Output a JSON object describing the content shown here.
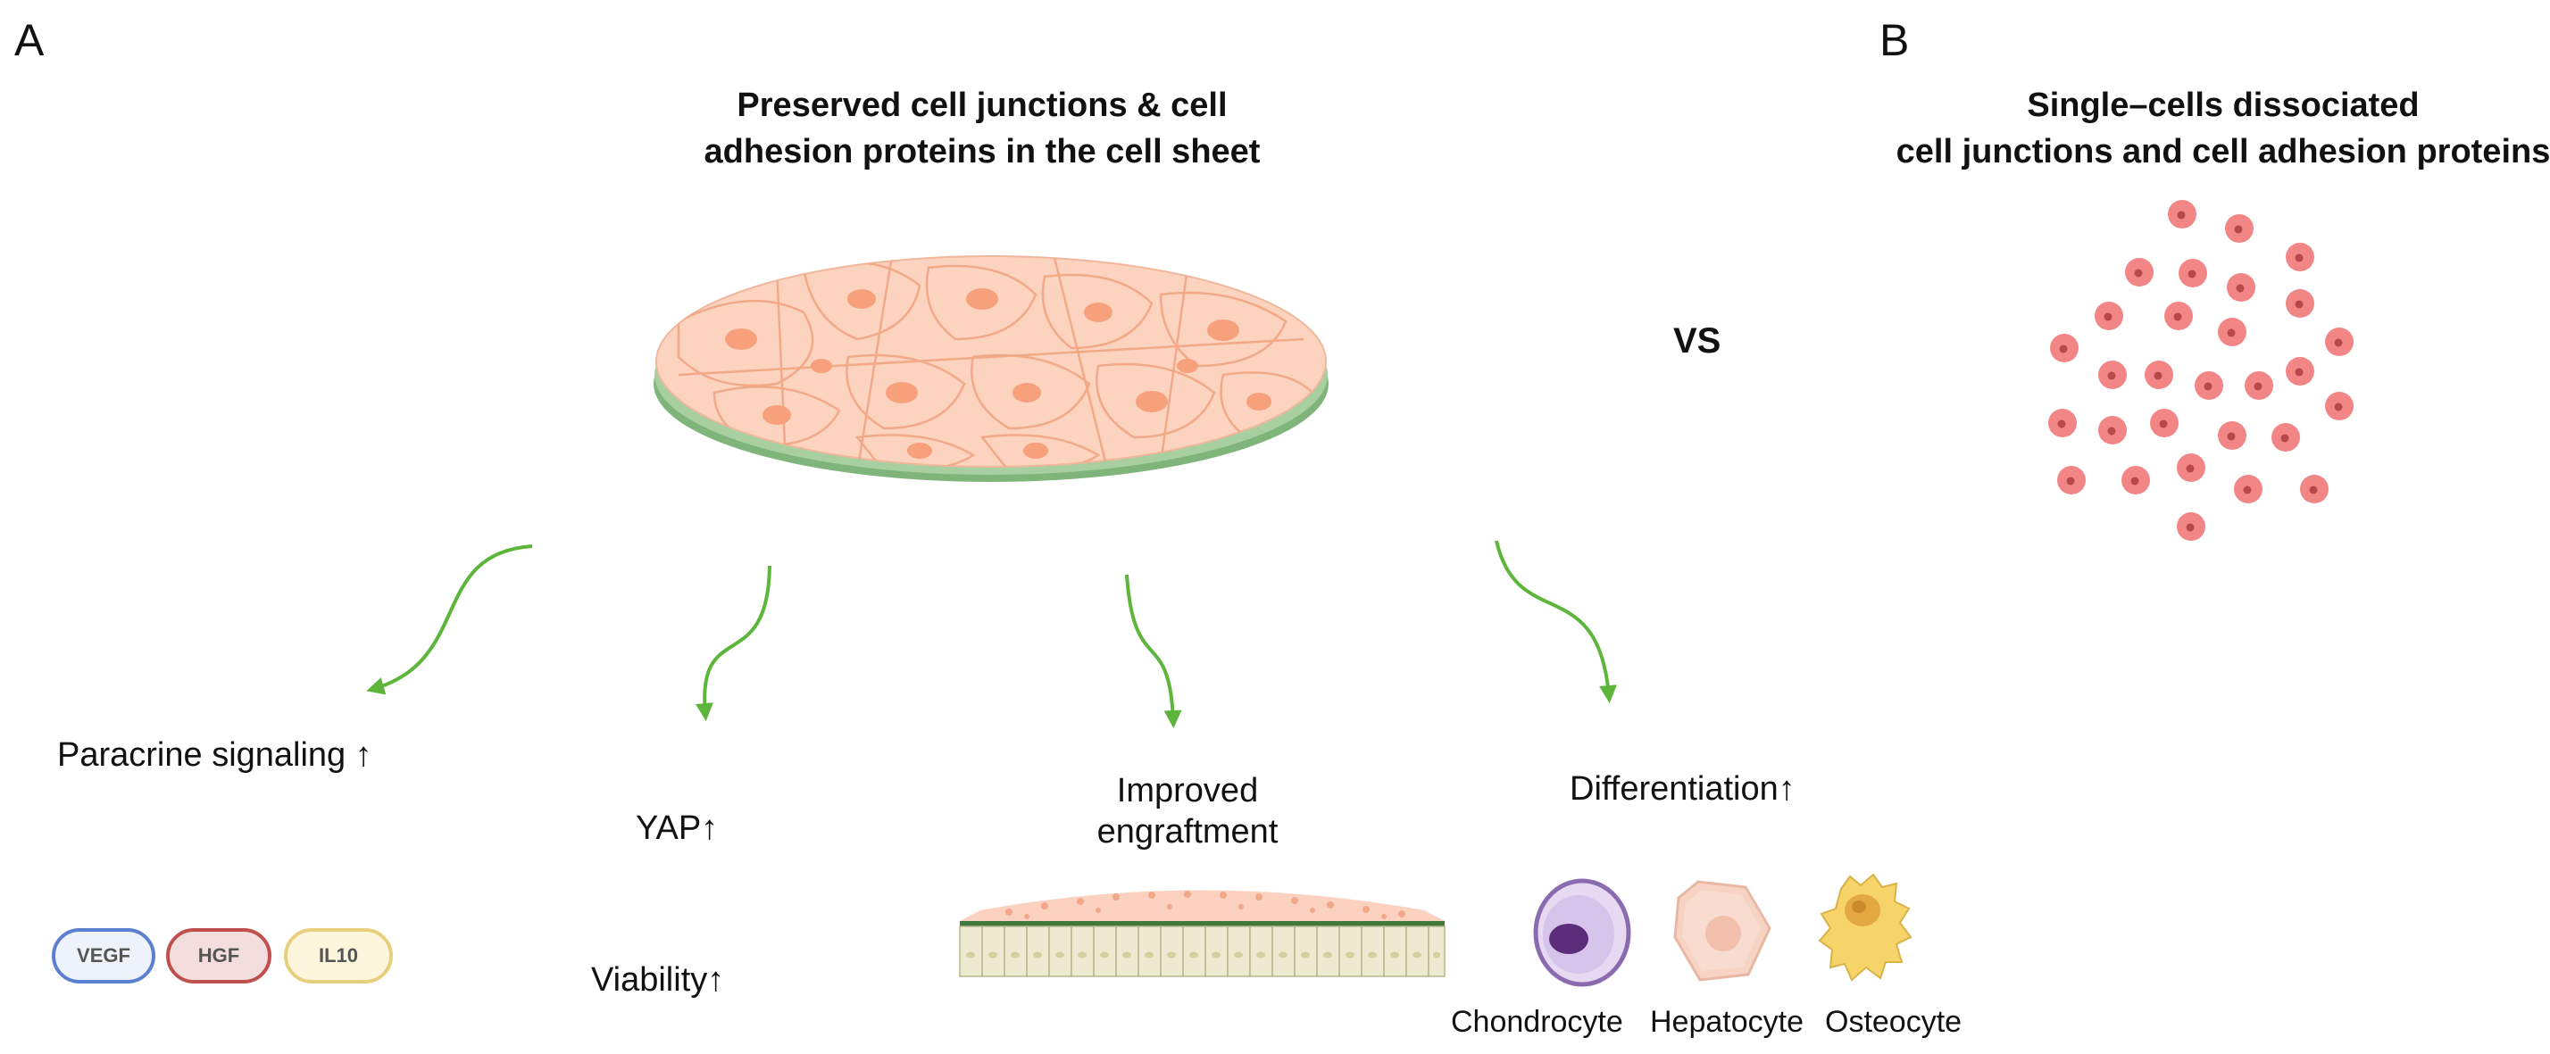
{
  "panel_a": {
    "letter": "A",
    "title_line1": "Preserved cell junctions & cell",
    "title_line2": "adhesion proteins in the cell sheet",
    "effects": {
      "paracrine": "Paracrine  signaling ↑",
      "yap": "YAP↑",
      "viability": "Viability↑",
      "engraft_line1": "Improved",
      "engraft_line2": "engraftment",
      "differentiation": "Differentiation↑"
    },
    "factors": [
      "VEGF",
      "HGF",
      "IL10"
    ],
    "cell_types": [
      "Chondrocyte",
      "Hepatocyte",
      "Osteocyte"
    ]
  },
  "vs_label": "VS",
  "panel_b": {
    "letter": "B",
    "title_line1": "Single–cells dissociated",
    "title_line2": "cell junctions and cell adhesion proteins"
  },
  "colors": {
    "arrow": "#5db53b",
    "sheet": "#fcd3bf",
    "sheet_edge": "#5c9b5a",
    "single_cell": "#f28686",
    "vegf": "#5b7fd1",
    "hgf": "#c0504d",
    "il10": "#e8cf7d"
  }
}
